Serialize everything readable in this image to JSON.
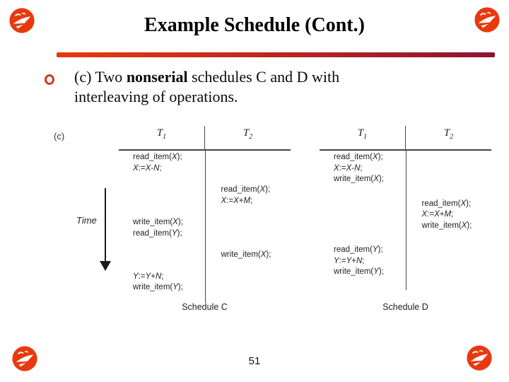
{
  "slide": {
    "title": "Example Schedule (Cont.)",
    "page_number": "51",
    "bullet": {
      "prefix": "(c) Two ",
      "bold": "nonserial",
      "suffix": " schedules C and D with",
      "line2": "interleaving of operations."
    }
  },
  "colors": {
    "rule_start": "#e73a0f",
    "rule_end": "#8e1332",
    "logo_red": "#e8390e",
    "bullet_ring": "#cf3a1f",
    "line_gray": "#454545"
  },
  "diagram": {
    "figure_label": "(c)",
    "time_label": "Time",
    "headers": {
      "t_base": "T",
      "t1_sub": "1",
      "t2_sub": "2"
    },
    "schedules": [
      {
        "caption": "Schedule C",
        "steps": [
          {
            "t1": [
              "read_item(X);",
              "X:=X-N;"
            ],
            "t2": []
          },
          {
            "t1": [],
            "t2": [
              "read_item(X);",
              "X:=X+M;"
            ]
          },
          {
            "t1": [
              "write_item(X);",
              "read_item(Y);"
            ],
            "t2": []
          },
          {
            "t1": [],
            "t2": [
              "write_item(X);"
            ]
          },
          {
            "t1": [
              "Y:=Y+N;",
              "write_item(Y);"
            ],
            "t2": []
          }
        ]
      },
      {
        "caption": "Schedule D",
        "steps": [
          {
            "t1": [
              "read_item(X);",
              "X:=X-N;",
              "write_item(X);"
            ],
            "t2": []
          },
          {
            "t1": [],
            "t2": [
              "read_item(X);",
              "X:=X+M;",
              "write_item(X);"
            ]
          },
          {
            "t1": [
              "read_item(Y);",
              "Y:=Y+N;",
              "write_item(Y);"
            ],
            "t2": []
          }
        ]
      }
    ]
  }
}
